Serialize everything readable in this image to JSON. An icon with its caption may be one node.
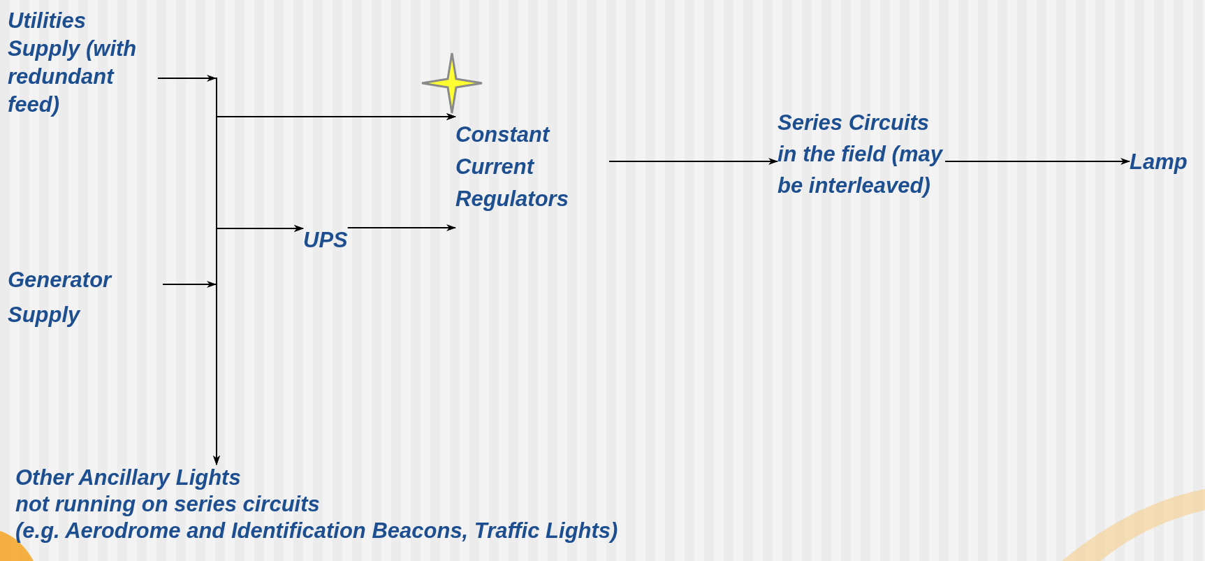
{
  "diagram": {
    "nodes": [
      {
        "text": [
          "Utilities Supply (with redundant feed)"
        ]
      },
      {
        "text": [
          "Constant Current Regulators"
        ]
      },
      {
        "text": [
          "Series Circuits in the field (may be interleaved)"
        ]
      },
      {
        "text": [
          "Lamp"
        ]
      },
      {
        "text": [
          "UPS"
        ]
      },
      {
        "text": [
          "Generator Supply"
        ]
      },
      {
        "text": [
          "Other Ancillary Lights",
          "not running on series circuits",
          "(e.g. Aerodrome and Identification Beacons, Traffic Lights)"
        ]
      }
    ],
    "edges": [
      {
        "from": 0,
        "to": 1,
        "arrow": "to"
      },
      {
        "from": 5,
        "to": 1,
        "arrow": "to"
      },
      {
        "from": 0,
        "to": 4,
        "arrow": "to"
      },
      {
        "from": 5,
        "to": 4,
        "arrow": "to"
      },
      {
        "from": 0,
        "to": 6,
        "arrow": "to"
      },
      {
        "from": 5,
        "to": 6,
        "arrow": "to"
      },
      {
        "from": 4,
        "to": 1,
        "arrow": "to"
      },
      {
        "from": 1,
        "to": 2,
        "arrow": "to"
      },
      {
        "from": 2,
        "to": 3,
        "arrow": "to"
      }
    ]
  }
}
